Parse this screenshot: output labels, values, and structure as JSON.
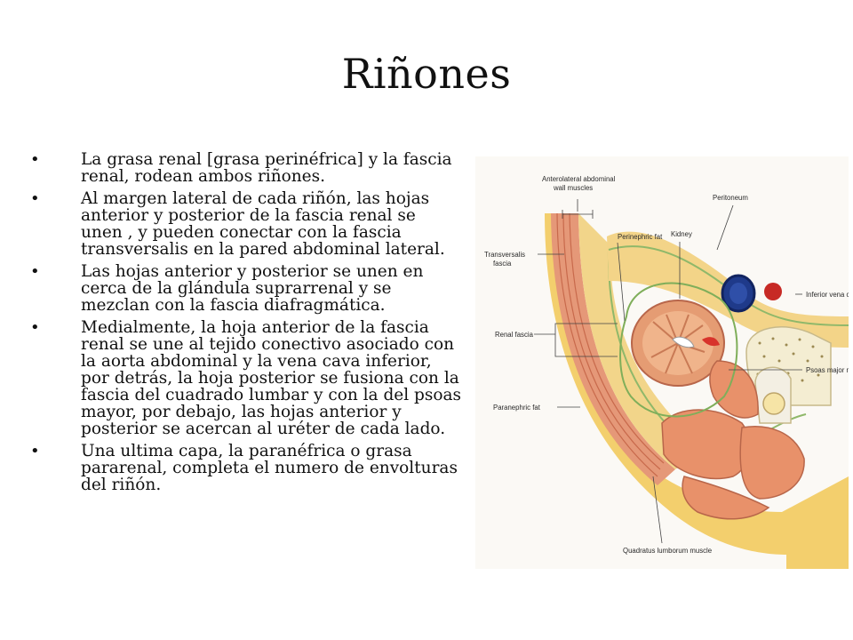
{
  "slide": {
    "title": "Riñones",
    "bullets": [
      "La grasa renal [grasa perinéfrica] y la fascia renal, rodean ambos riñones.",
      "Al margen lateral de cada riñón, las hojas anterior y posterior de la fascia renal se unen , y pueden conectar con la fascia transversalis en la pared abdominal lateral.",
      "Las hojas anterior y posterior se unen en cerca de la glándula suprarrenal  y se mezclan con la fascia diafragmática.",
      "Medialmente, la hoja anterior de la fascia renal se une al tejido conectivo asociado con la aorta abdominal y la vena cava inferior, por detrás, la hoja posterior se fusiona con la fascia del cuadrado lumbar y con la del psoas mayor, por debajo, las hojas anterior y posterior se acercan al uréter de cada lado.",
      "Una ultima capa, la paranéfrica o grasa pararenal, completa el numero de envolturas del riñón."
    ]
  },
  "diagram": {
    "labels": {
      "abdominal_wall_line1": "Anterolateral abdominal",
      "abdominal_wall_line2": "wall muscles",
      "peritoneum": "Peritoneum",
      "kidney": "Kidney",
      "transversalis_line1": "Transversalis",
      "transversalis_line2": "fascia",
      "perinephric_fat": "Perinephric fat",
      "inferior_vena_cava": "Inferior vena c",
      "renal_fascia": "Renal fascia",
      "psoas_major": "Psoas major m",
      "paranephric_fat": "Paranephric fat",
      "quadratus_lumborum": "Quadratus lumborum muscle"
    }
  }
}
